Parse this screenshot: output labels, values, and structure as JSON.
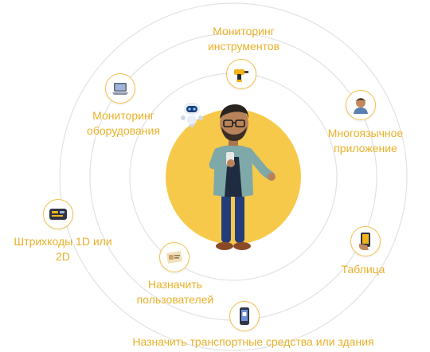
{
  "colors": {
    "accent": "#f3c24d",
    "label": "#eab12a",
    "ring": "#e2e2e2",
    "center_disc": "#f7c94a"
  },
  "features": [
    {
      "id": "tools",
      "label_lines": [
        "Мониторинг",
        "инструментов"
      ],
      "icon": "drill-icon"
    },
    {
      "id": "equipment",
      "label_lines": [
        "Мониторинг",
        "оборудования"
      ],
      "icon": "laptop-icon"
    },
    {
      "id": "multilang",
      "label_lines": [
        "Многоязычное",
        "приложение"
      ],
      "icon": "person-avatar-icon"
    },
    {
      "id": "barcodes",
      "label_lines": [
        "Штрихкоды 1D или",
        "2D"
      ],
      "icon": "barcode-scanner-icon"
    },
    {
      "id": "tablet",
      "label_lines": [
        "Таблица"
      ],
      "icon": "tablet-hand-icon"
    },
    {
      "id": "assign-users",
      "label_lines": [
        "Назначить",
        "пользователей"
      ],
      "icon": "id-card-icon"
    },
    {
      "id": "assign-vehicles",
      "label_lines": [
        "Назначить транспортные средства или здания"
      ],
      "icon": "phone-app-icon"
    }
  ],
  "center": {
    "figure": "man-with-phone-illustration",
    "robot": "robot-mascot-icon"
  }
}
